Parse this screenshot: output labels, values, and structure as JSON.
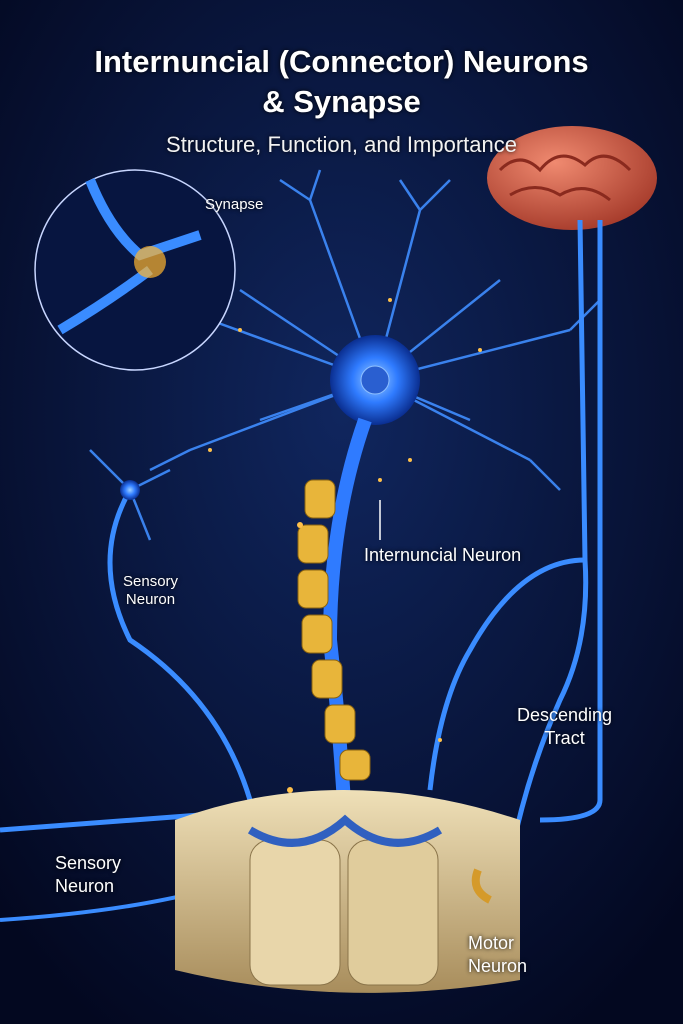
{
  "header": {
    "title_line1": "Internuncial (Connector) Neurons",
    "title_line2": "& Synapse",
    "subtitle": "Structure, Function, and Importance"
  },
  "labels": {
    "synapse": "Synapse",
    "internuncial": "Internuncial Neuron",
    "sensory_upper_1": "Sensory",
    "sensory_upper_2": "Neuron",
    "sensory_lower_1": "Sensory",
    "sensory_lower_2": "Neuron",
    "descending_1": "Descending",
    "descending_2": "Tract",
    "motor_1": "Motor",
    "motor_2": "Neuron"
  },
  "colors": {
    "background": "#050d2a",
    "neuron": "#2f7bff",
    "myelin": "#e8b53a",
    "brain": "#d8604a",
    "cord": "#d9c59a"
  }
}
